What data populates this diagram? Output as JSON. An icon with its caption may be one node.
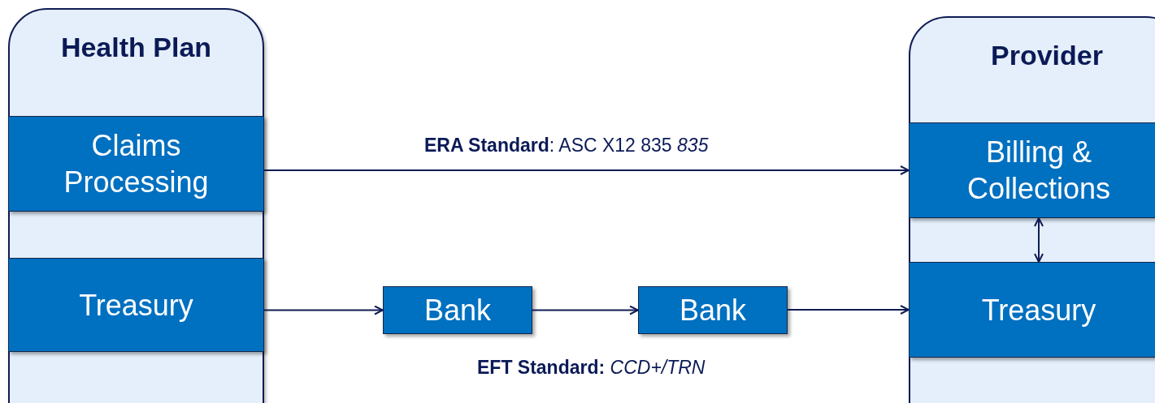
{
  "diagram": {
    "nodes": [
      {
        "text": [
          "Health Plan"
        ]
      },
      {
        "text": [
          "Claims Processing"
        ],
        "in": 0
      },
      {
        "text": [
          "Treasury"
        ],
        "in": 0
      },
      {
        "text": [
          "Bank"
        ]
      },
      {
        "text": [
          "Bank"
        ]
      },
      {
        "text": [
          "Provider"
        ]
      },
      {
        "text": [
          "Billing & Collections"
        ],
        "in": 5
      },
      {
        "text": [
          "Treasury"
        ],
        "in": 5
      }
    ],
    "edges": [
      {
        "from": 1,
        "to": 6,
        "arrow": "to",
        "label": "**ERA Standard**: ASC X12 835 *835*"
      },
      {
        "from": 2,
        "to": 3,
        "arrow": "to"
      },
      {
        "from": 3,
        "to": 4,
        "arrow": "to"
      },
      {
        "from": 4,
        "to": 7,
        "arrow": "to"
      },
      {
        "from": 6,
        "to": 7,
        "arrow": "both"
      }
    ],
    "labels": [
      "**EFT Standard:** *CCD+/TRN*"
    ]
  }
}
